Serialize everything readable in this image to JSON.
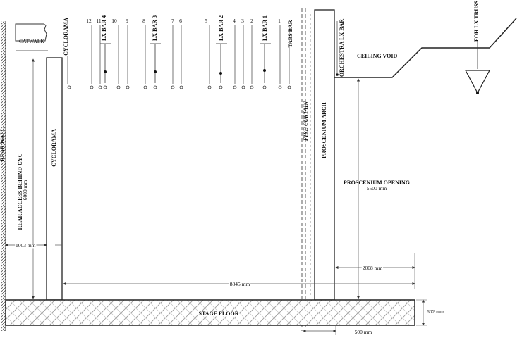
{
  "labels": {
    "catwalk": "CATWALK",
    "cyclorama_top": "CYCLORAMA",
    "cyclorama_side": "CYCLORAMA",
    "rear_wall": "REAR WALL",
    "rear_access": "REAR ACCESS BEHIND CYC",
    "fire_curtain": "FIRE CURTAIN",
    "proscenium_arch": "PROSCENIUM ARCH",
    "orchestra_lx_bar": "ORCHESTRA LX BAR",
    "ceiling_void": "CEILING VOID",
    "foh_lx_truss": "FOH LX TRUSS",
    "proscenium_opening": "PROSCENIUM OPENING",
    "stage_floor": "STAGE FLOOR",
    "tabs_bar": "TABS BAR"
  },
  "lx_bars": [
    "LX BAR 1",
    "LX BAR 2",
    "LX BAR 3",
    "LX BAR 4"
  ],
  "bar_numbers": [
    "12",
    "11",
    "10",
    "9",
    "8",
    "7",
    "6",
    "5",
    "4",
    "3",
    "2",
    "1"
  ],
  "dimensions": {
    "height": "6000 mm",
    "rear_access": "1003 mm",
    "stage_depth": "8845 mm",
    "apron": "2008 mm",
    "proscenium_opening": "5500 mm",
    "floor_height": "602 mm",
    "arch_width": "500 mm"
  }
}
